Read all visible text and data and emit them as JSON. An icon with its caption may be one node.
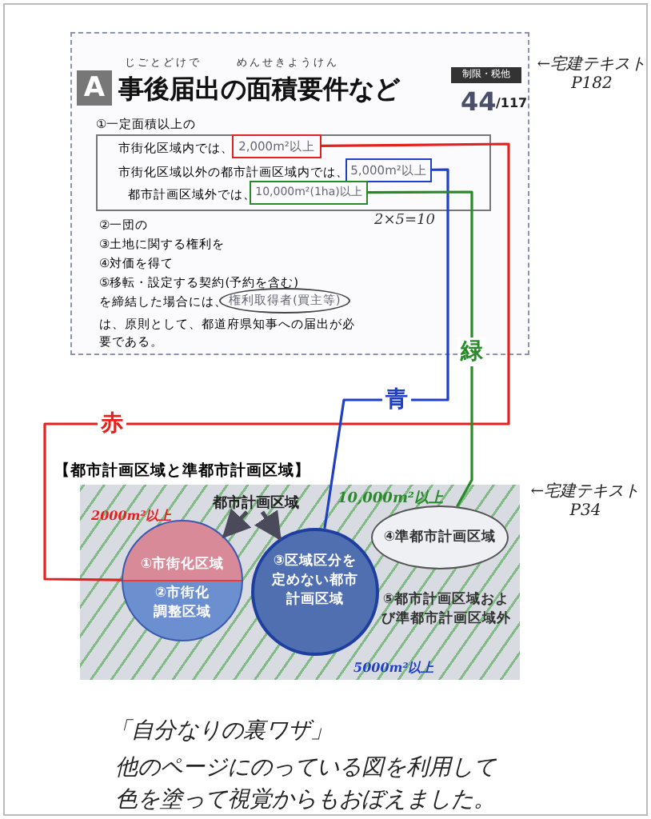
{
  "diagram": {
    "nodes": [
      {
        "text": [
          "2,000m²以上"
        ]
      },
      {
        "text": [
          "5,000m²以上"
        ]
      },
      {
        "text": [
          "10,000m²(1ha)以上"
        ]
      },
      {
        "text": [
          "⑤都市計画区域および準都市計画区域外"
        ]
      },
      {
        "text": [
          "都市計画区域"
        ],
        "in": 3
      },
      {
        "text": [],
        "shape": "circle",
        "in": 3,
        "beside": [
          "2000m²以上"
        ]
      },
      {
        "text": [
          "①市街化区域"
        ],
        "in": 5
      },
      {
        "text": [
          "②市街化調整区域"
        ],
        "in": 5
      },
      {
        "text": [
          "③区域区分を定めない都市計画区域"
        ],
        "in": 3,
        "beside": [
          "5000m²以上"
        ]
      },
      {
        "text": [
          "④準都市計画区域"
        ],
        "in": 3,
        "beside": [
          "10,000m²以上"
        ]
      }
    ],
    "edges": [
      {
        "from": 0,
        "to": 5,
        "arrow": "none",
        "label": "赤",
        "color": "#e3211f"
      },
      {
        "from": 1,
        "to": 8,
        "arrow": "none",
        "label": "青",
        "color": "#1f3fc4"
      },
      {
        "from": 2,
        "to": 9,
        "arrow": "none",
        "label": "緑",
        "color": "#2a8a2a"
      },
      {
        "from": 4,
        "to": 5,
        "arrow": "to",
        "color": "#4a4a5a"
      },
      {
        "from": 4,
        "to": 8,
        "arrow": "to",
        "color": "#4a4a5a"
      }
    ],
    "labels": [
      "A",
      "じごとどけで",
      "めんせきようけん",
      "事後届出の面積要件など",
      "制限・税他",
      "44",
      "/117",
      "①一定面積以上の",
      "市街化区域内では、",
      "市街化区域以外の都市計画区域内では、",
      "都市計画区域外では、",
      "2×5=10",
      "②一団の",
      "③土地に関する権利を",
      "④対価を得て",
      "⑤移転・設定する契約(予約を含む)",
      "を締結した場合には、",
      "権利取得者(買主等)",
      "は、原則として、都道府県知事への届出が必要である。",
      "←宅建テキスト P182",
      "【都市計画区域と準都市計画区域】",
      "←宅建テキスト P34",
      "「自分なりの裏ワザ」",
      "他のページにのっている図を利用して色を塗って視覚からもおぼえました。"
    ]
  }
}
